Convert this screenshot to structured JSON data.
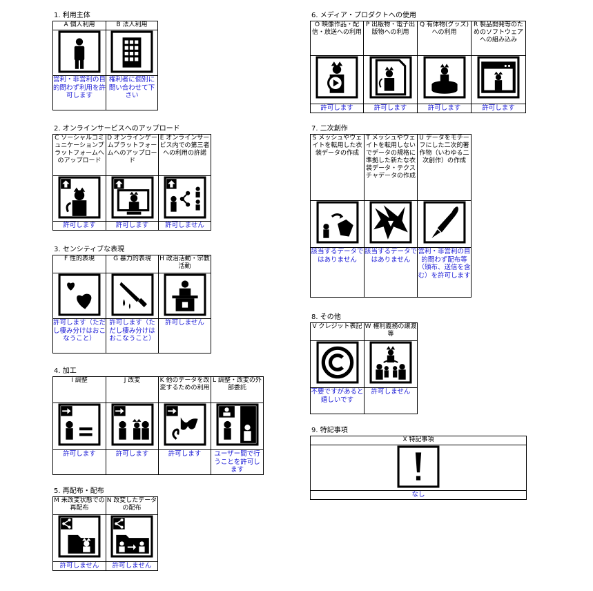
{
  "sections": [
    {
      "id": "s1",
      "title": "1. 利用主体",
      "items": [
        {
          "head": "A 個人利用",
          "icon": "person-icon",
          "foot": "営利・非営利の目的問わず利用を許可します"
        },
        {
          "head": "B 法人利用",
          "icon": "building-icon",
          "foot": "権利者に個別に問い合わせて下さい"
        }
      ]
    },
    {
      "id": "s2",
      "title": "2. オンラインサービスへのアップロード",
      "items": [
        {
          "head": "C ソーシャルコミュニケーションプラットフォームへのアップロード",
          "icon": "upload-social-icon",
          "foot": "許可します"
        },
        {
          "head": "D オンラインゲームプラットフォームへのアップロード",
          "icon": "upload-game-icon",
          "foot": "許可します"
        },
        {
          "head": "E オンラインサービス内での第三者への利用の許諾",
          "icon": "share-third-party-icon",
          "foot": "許可しません"
        }
      ]
    },
    {
      "id": "s3",
      "title": "3. センシティブな表現",
      "items": [
        {
          "head": "F 性的表現",
          "icon": "hearts-icon",
          "foot": "許可します（ただし棲み分けはおこなうこと）"
        },
        {
          "head": "G 暴力的表現",
          "icon": "knife-icon",
          "foot": "許可します（ただし棲み分けはおこなうこと）"
        },
        {
          "head": "H 政治活動・宗教活動",
          "icon": "podium-icon",
          "foot": "許可しません"
        }
      ]
    },
    {
      "id": "s4",
      "title": "4. 加工",
      "items": [
        {
          "head": "I 調整",
          "icon": "adjust-icon",
          "foot": "許可します"
        },
        {
          "head": "J 改変",
          "icon": "modify-icon",
          "foot": "許可します"
        },
        {
          "head": "K 他のデータを改変するための利用",
          "icon": "use-for-other-data-icon",
          "foot": "許可します"
        },
        {
          "head": "L 調整・改変の外部委託",
          "icon": "outsource-icon",
          "foot": "ユーザー間で行うことを許可します"
        }
      ]
    },
    {
      "id": "s5",
      "title": "5. 再配布・配布",
      "items": [
        {
          "head": "M 未改変状態での再配布",
          "icon": "redistribute-icon",
          "foot": "許可しません"
        },
        {
          "head": "N 改変したデータの配布",
          "icon": "distribute-modified-icon",
          "foot": "許可しません"
        }
      ]
    },
    {
      "id": "s6",
      "title": "6. メディア・プロダクトへの使用",
      "items": [
        {
          "head": "O 映像作品・配信・放送への利用",
          "icon": "video-icon",
          "foot": "許可します"
        },
        {
          "head": "P 出版物・電子出版物への利用",
          "icon": "publication-icon",
          "foot": "許可します"
        },
        {
          "head": "Q 有体物(グッズ)への利用",
          "icon": "goods-icon",
          "foot": "許可します"
        },
        {
          "head": "R 製品開発等のためのソフトウェアへの組み込み",
          "icon": "software-icon",
          "foot": "許可します"
        }
      ]
    },
    {
      "id": "s7",
      "title": "7. 二次創作",
      "items": [
        {
          "head": "S メッシュやウェイトを転用した衣装データの作成",
          "icon": "costume-icon",
          "foot": "該当するデータではありません"
        },
        {
          "head": "T メッシュやウェイトを転用しないでデータの規格に準拠した新たな衣装データ・テクスチャデータの作成",
          "icon": "texture-icon",
          "foot": "該当するデータではありません"
        },
        {
          "head": "U データをモチーフにした二次的著作物（いわゆる二次創作）の作成",
          "icon": "pen-icon",
          "foot": "営利・非営利の目的問わず配布等（頒布、送信を含む）を許可します"
        }
      ]
    },
    {
      "id": "s8",
      "title": "8. その他",
      "items": [
        {
          "head": "V クレジット表記",
          "icon": "copyright-icon",
          "foot": "不要ですがあると嬉しいです"
        },
        {
          "head": "W 権利義務の譲渡等",
          "icon": "transfer-rights-icon",
          "foot": "許可しません"
        }
      ]
    },
    {
      "id": "s9",
      "title": "9. 特記事項",
      "items": [
        {
          "head": "X 特記事項",
          "icon": "exclamation-icon",
          "foot": "なし"
        }
      ]
    }
  ],
  "colors": {
    "text": "#000000",
    "answer": "#1a1ad6",
    "border": "#000000"
  }
}
